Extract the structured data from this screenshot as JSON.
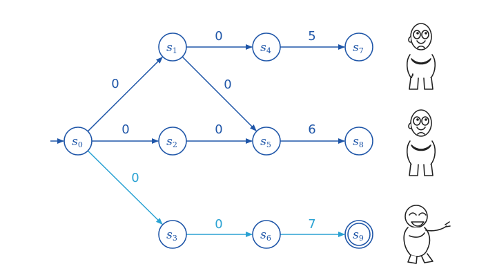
{
  "colors": {
    "dark_blue": "#1f56a8",
    "light_blue": "#2aa2d3",
    "ink": "#222222"
  },
  "graph": {
    "nodes": [
      {
        "id": "s0",
        "base": "s",
        "sub": "0",
        "accent": "dark_blue",
        "accepting": false
      },
      {
        "id": "s1",
        "base": "s",
        "sub": "1",
        "accent": "dark_blue",
        "accepting": false
      },
      {
        "id": "s2",
        "base": "s",
        "sub": "2",
        "accent": "dark_blue",
        "accepting": false
      },
      {
        "id": "s3",
        "base": "s",
        "sub": "3",
        "accent": "dark_blue",
        "accepting": false
      },
      {
        "id": "s4",
        "base": "s",
        "sub": "4",
        "accent": "dark_blue",
        "accepting": false
      },
      {
        "id": "s5",
        "base": "s",
        "sub": "5",
        "accent": "dark_blue",
        "accepting": false
      },
      {
        "id": "s6",
        "base": "s",
        "sub": "6",
        "accent": "dark_blue",
        "accepting": false
      },
      {
        "id": "s7",
        "base": "s",
        "sub": "7",
        "accent": "dark_blue",
        "accepting": false
      },
      {
        "id": "s8",
        "base": "s",
        "sub": "8",
        "accent": "dark_blue",
        "accepting": false
      },
      {
        "id": "s9",
        "base": "s",
        "sub": "9",
        "accent": "dark_blue",
        "accepting": true
      }
    ],
    "edges": [
      {
        "from": "s0",
        "to": "s1",
        "weight": "0",
        "accent": "dark_blue"
      },
      {
        "from": "s0",
        "to": "s2",
        "weight": "0",
        "accent": "dark_blue"
      },
      {
        "from": "s0",
        "to": "s3",
        "weight": "0",
        "accent": "light_blue"
      },
      {
        "from": "s1",
        "to": "s4",
        "weight": "0",
        "accent": "dark_blue"
      },
      {
        "from": "s1",
        "to": "s5",
        "weight": "0",
        "accent": "dark_blue"
      },
      {
        "from": "s2",
        "to": "s5",
        "weight": "0",
        "accent": "dark_blue"
      },
      {
        "from": "s3",
        "to": "s6",
        "weight": "0",
        "accent": "light_blue"
      },
      {
        "from": "s4",
        "to": "s7",
        "weight": "5",
        "accent": "dark_blue"
      },
      {
        "from": "s5",
        "to": "s8",
        "weight": "6",
        "accent": "dark_blue"
      },
      {
        "from": "s6",
        "to": "s9",
        "weight": "7",
        "accent": "light_blue"
      }
    ],
    "start_node": "s0"
  },
  "figures": [
    {
      "name": "worried-figure",
      "mood": "worried"
    },
    {
      "name": "worried-figure",
      "mood": "worried"
    },
    {
      "name": "laughing-figure",
      "mood": "laughing"
    }
  ]
}
